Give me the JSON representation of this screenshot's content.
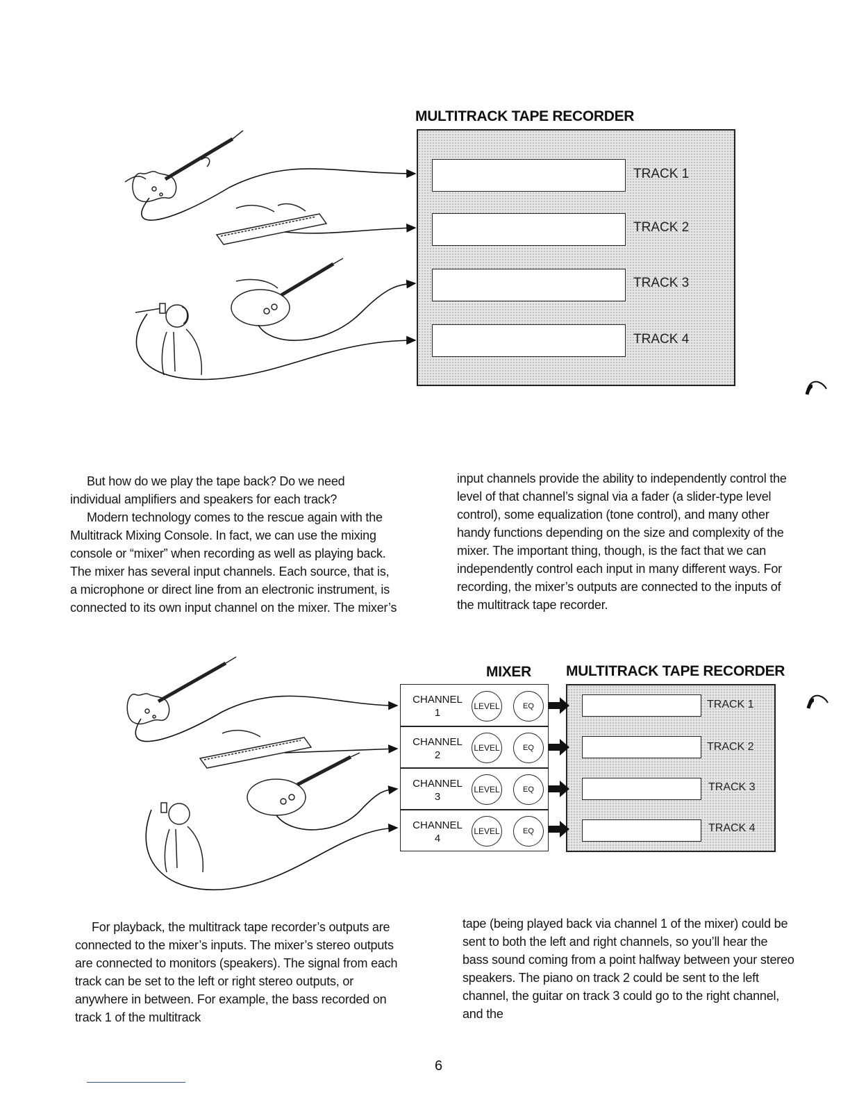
{
  "diagram1": {
    "title": "MULTITRACK TAPE RECORDER",
    "tracks": [
      "TRACK 1",
      "TRACK 2",
      "TRACK 3",
      "TRACK 4"
    ]
  },
  "column_left_1": {
    "p1": "But how do we play the tape back? Do we need individual amplifiers and speakers for each track?",
    "p2": "Modern technology comes to the rescue again with the Multitrack Mixing Console. In fact, we can use the mixing console or “mixer” when recording as well as playing back. The mixer has several input channels. Each source, that is, a microphone or direct line from an electronic instrument, is connected to its own input channel on the mixer. The mixer’s"
  },
  "column_right_1": {
    "p1": "input channels provide the ability to independently control the level of that channel’s signal via a fader (a slider-type level control), some equalization (tone control), and many other handy functions depending on the size and complexity of the mixer. The important thing, though, is the fact that we can independently control each input in many different ways. For recording, the mixer’s outputs are connected to the inputs of the multitrack tape recorder."
  },
  "diagram2": {
    "mixer_title": "MIXER",
    "recorder_title": "MULTITRACK TAPE RECORDER",
    "channel_word": "CHANNEL",
    "channels": [
      "1",
      "2",
      "3",
      "4"
    ],
    "level_label": "LEVEL",
    "eq_label": "EQ",
    "tracks": [
      "TRACK 1",
      "TRACK 2",
      "TRACK 3",
      "TRACK 4"
    ]
  },
  "column_left_2": {
    "p1": "For playback, the multitrack tape recorder’s outputs are connected to the mixer’s inputs. The mixer’s stereo outputs are connected to monitors (speakers). The signal from each track can be set to the left or right stereo outputs, or anywhere in between. For example, the bass recorded on track 1 of the multitrack"
  },
  "column_right_2": {
    "p1": "tape (being played back via channel 1 of the mixer) could be sent to both the left and right channels, so you’ll hear the bass sound coming from a point halfway between your stereo speakers. The piano on track 2 could be sent to the left channel, the guitar on track 3 could go to the right channel, and the"
  },
  "page_number": "6"
}
